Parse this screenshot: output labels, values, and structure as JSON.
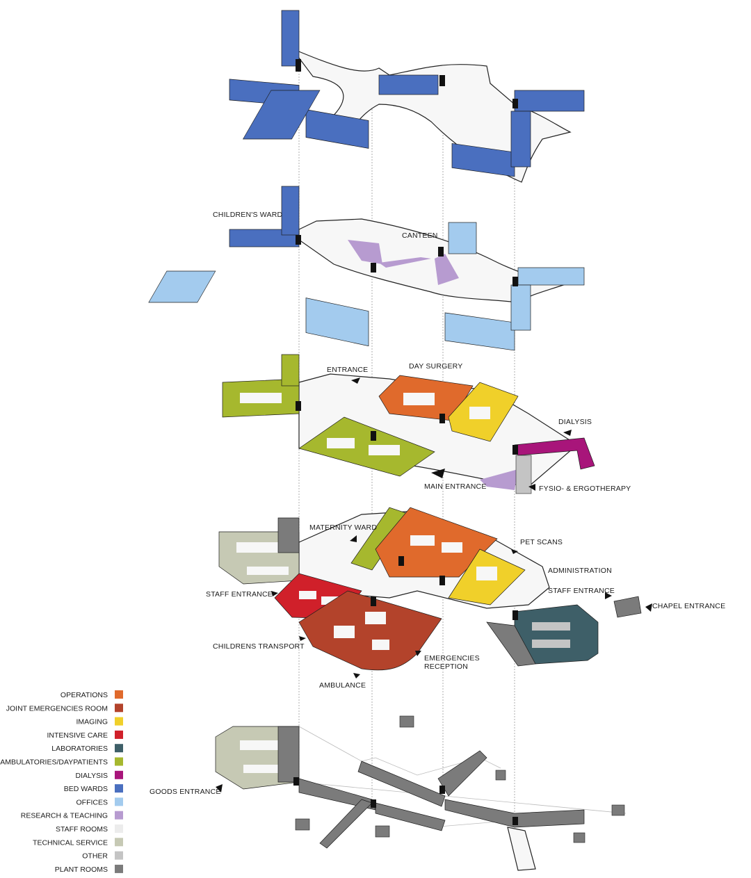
{
  "labels": {
    "childrens_ward": "CHILDREN'S WARD",
    "canteen": "CANTEEN",
    "entrance": "ENTRANCE",
    "day_surgery": "DAY SURGERY",
    "dialysis": "DIALYSIS",
    "main_entrance": "MAIN ENTRANCE",
    "fysio": "FYSIO- & ERGOTHERAPY",
    "maternity_ward": "MATERNITY WARD",
    "pet_scans": "PET SCANS",
    "administration": "ADMINISTRATION",
    "staff_entrance_left": "STAFF ENTRANCE",
    "staff_entrance_right": "STAFF ENTRANCE",
    "chapel_entrance": "CHAPEL ENTRANCE",
    "childrens_transport": "CHILDRENS TRANSPORT",
    "emergencies_reception_1": "EMERGENCIES",
    "emergencies_reception_2": "RECEPTION",
    "ambulance": "AMBULANCE",
    "goods_entrance": "GOODS ENTRANCE"
  },
  "legend": [
    {
      "label": "OPERATIONS",
      "color": "#e06a2c"
    },
    {
      "label": "JOINT EMERGENCIES ROOM",
      "color": "#b3432b"
    },
    {
      "label": "IMAGING",
      "color": "#f0d02a"
    },
    {
      "label": "INTENSIVE CARE",
      "color": "#d0202a"
    },
    {
      "label": "LABORATORIES",
      "color": "#3e5f68"
    },
    {
      "label": "AMBULATORIES/DAYPATIENTS",
      "color": "#a6b82e"
    },
    {
      "label": "DIALYSIS",
      "color": "#a8157a"
    },
    {
      "label": "BED WARDS",
      "color": "#4a6fbf"
    },
    {
      "label": "OFFICES",
      "color": "#a3cbee"
    },
    {
      "label": "RESEARCH & TEACHING",
      "color": "#b79bd0"
    },
    {
      "label": "STAFF ROOMS",
      "color": "#ececec"
    },
    {
      "label": "TECHNICAL SERVICE",
      "color": "#c6c9b4"
    },
    {
      "label": "OTHER",
      "color": "#c4c4c4"
    },
    {
      "label": "PLANT ROOMS",
      "color": "#7b7b7b"
    }
  ]
}
